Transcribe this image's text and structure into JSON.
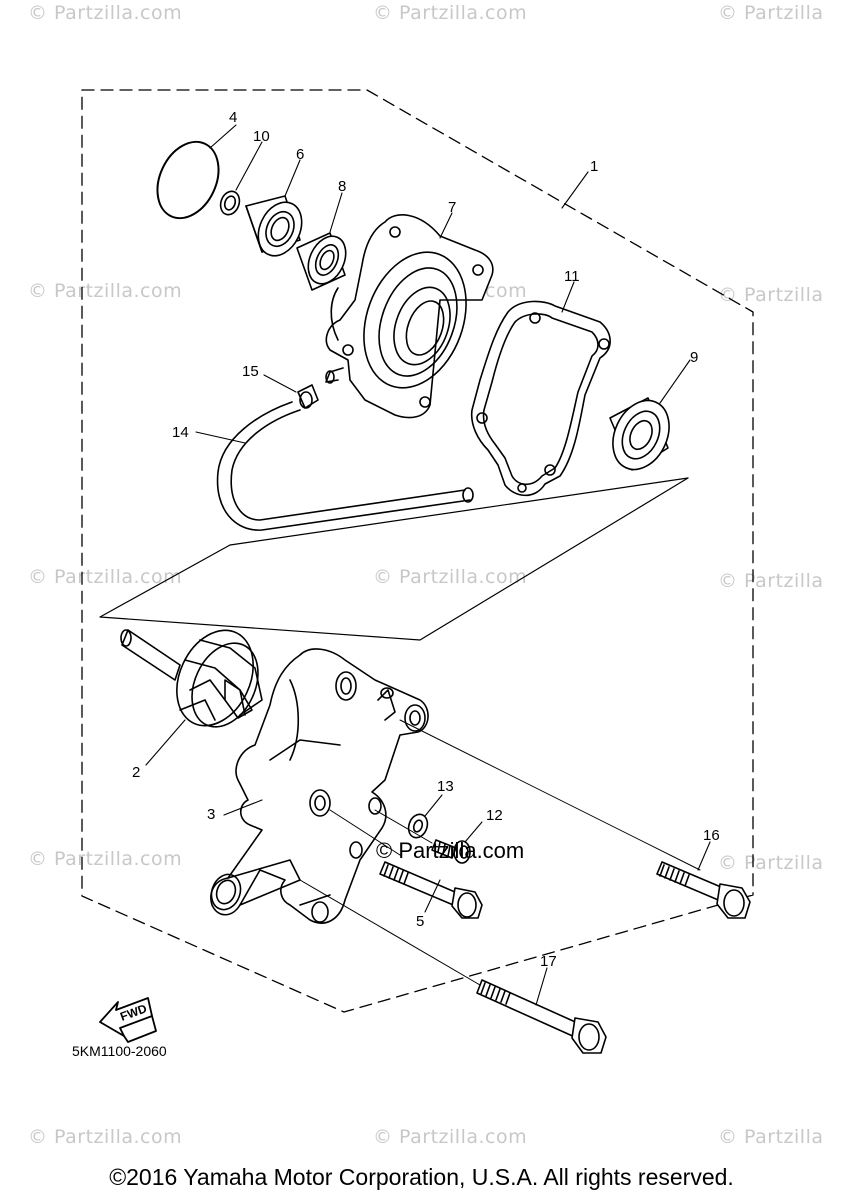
{
  "watermark": {
    "text": "© Partzilla.com",
    "short": "© Partzilla"
  },
  "center_watermark": "© Partzilla.com",
  "callouts": [
    "1",
    "2",
    "3",
    "4",
    "5",
    "6",
    "7",
    "8",
    "9",
    "10",
    "11",
    "12",
    "13",
    "14",
    "15",
    "16",
    "17"
  ],
  "fwd_label": "FWD",
  "part_number": "5KM1100-2060",
  "copyright": "©2016 Yamaha Motor Corporation, U.S.A. All rights reserved."
}
